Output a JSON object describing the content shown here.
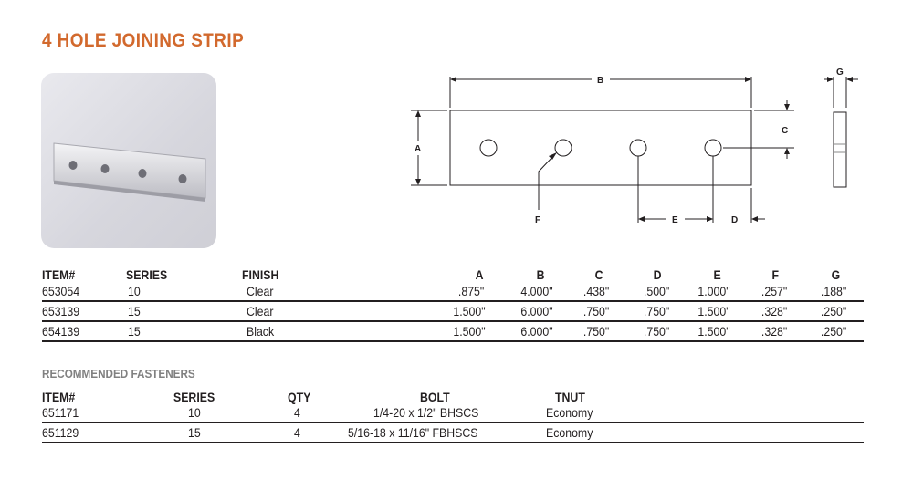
{
  "title": "4 HOLE JOINING STRIP",
  "drawing": {
    "labels": {
      "a": "A",
      "b": "B",
      "c": "C",
      "d": "D",
      "e": "E",
      "f": "F",
      "g": "G"
    }
  },
  "strip_table": {
    "headers": [
      "ITEM#",
      "SERIES",
      "FINISH",
      "A",
      "B",
      "C",
      "D",
      "E",
      "F",
      "G"
    ],
    "rows": [
      [
        "653054",
        "10",
        "Clear",
        ".875\"",
        "4.000\"",
        ".438\"",
        ".500\"",
        "1.000\"",
        ".257\"",
        ".188\""
      ],
      [
        "653139",
        "15",
        "Clear",
        "1.500\"",
        "6.000\"",
        ".750\"",
        ".750\"",
        "1.500\"",
        ".328\"",
        ".250\""
      ],
      [
        "654139",
        "15",
        "Black",
        "1.500\"",
        "6.000\"",
        ".750\"",
        ".750\"",
        "1.500\"",
        ".328\"",
        ".250\""
      ]
    ]
  },
  "fasteners": {
    "heading": "RECOMMENDED FASTENERS",
    "headers": [
      "ITEM#",
      "SERIES",
      "QTY",
      "BOLT",
      "TNUT"
    ],
    "rows": [
      [
        "651171",
        "10",
        "4",
        "1/4-20 x 1/2\" BHSCS",
        "Economy"
      ],
      [
        "651129",
        "15",
        "4",
        "5/16-18 x 11/16\" FBHSCS",
        "Economy"
      ]
    ]
  }
}
